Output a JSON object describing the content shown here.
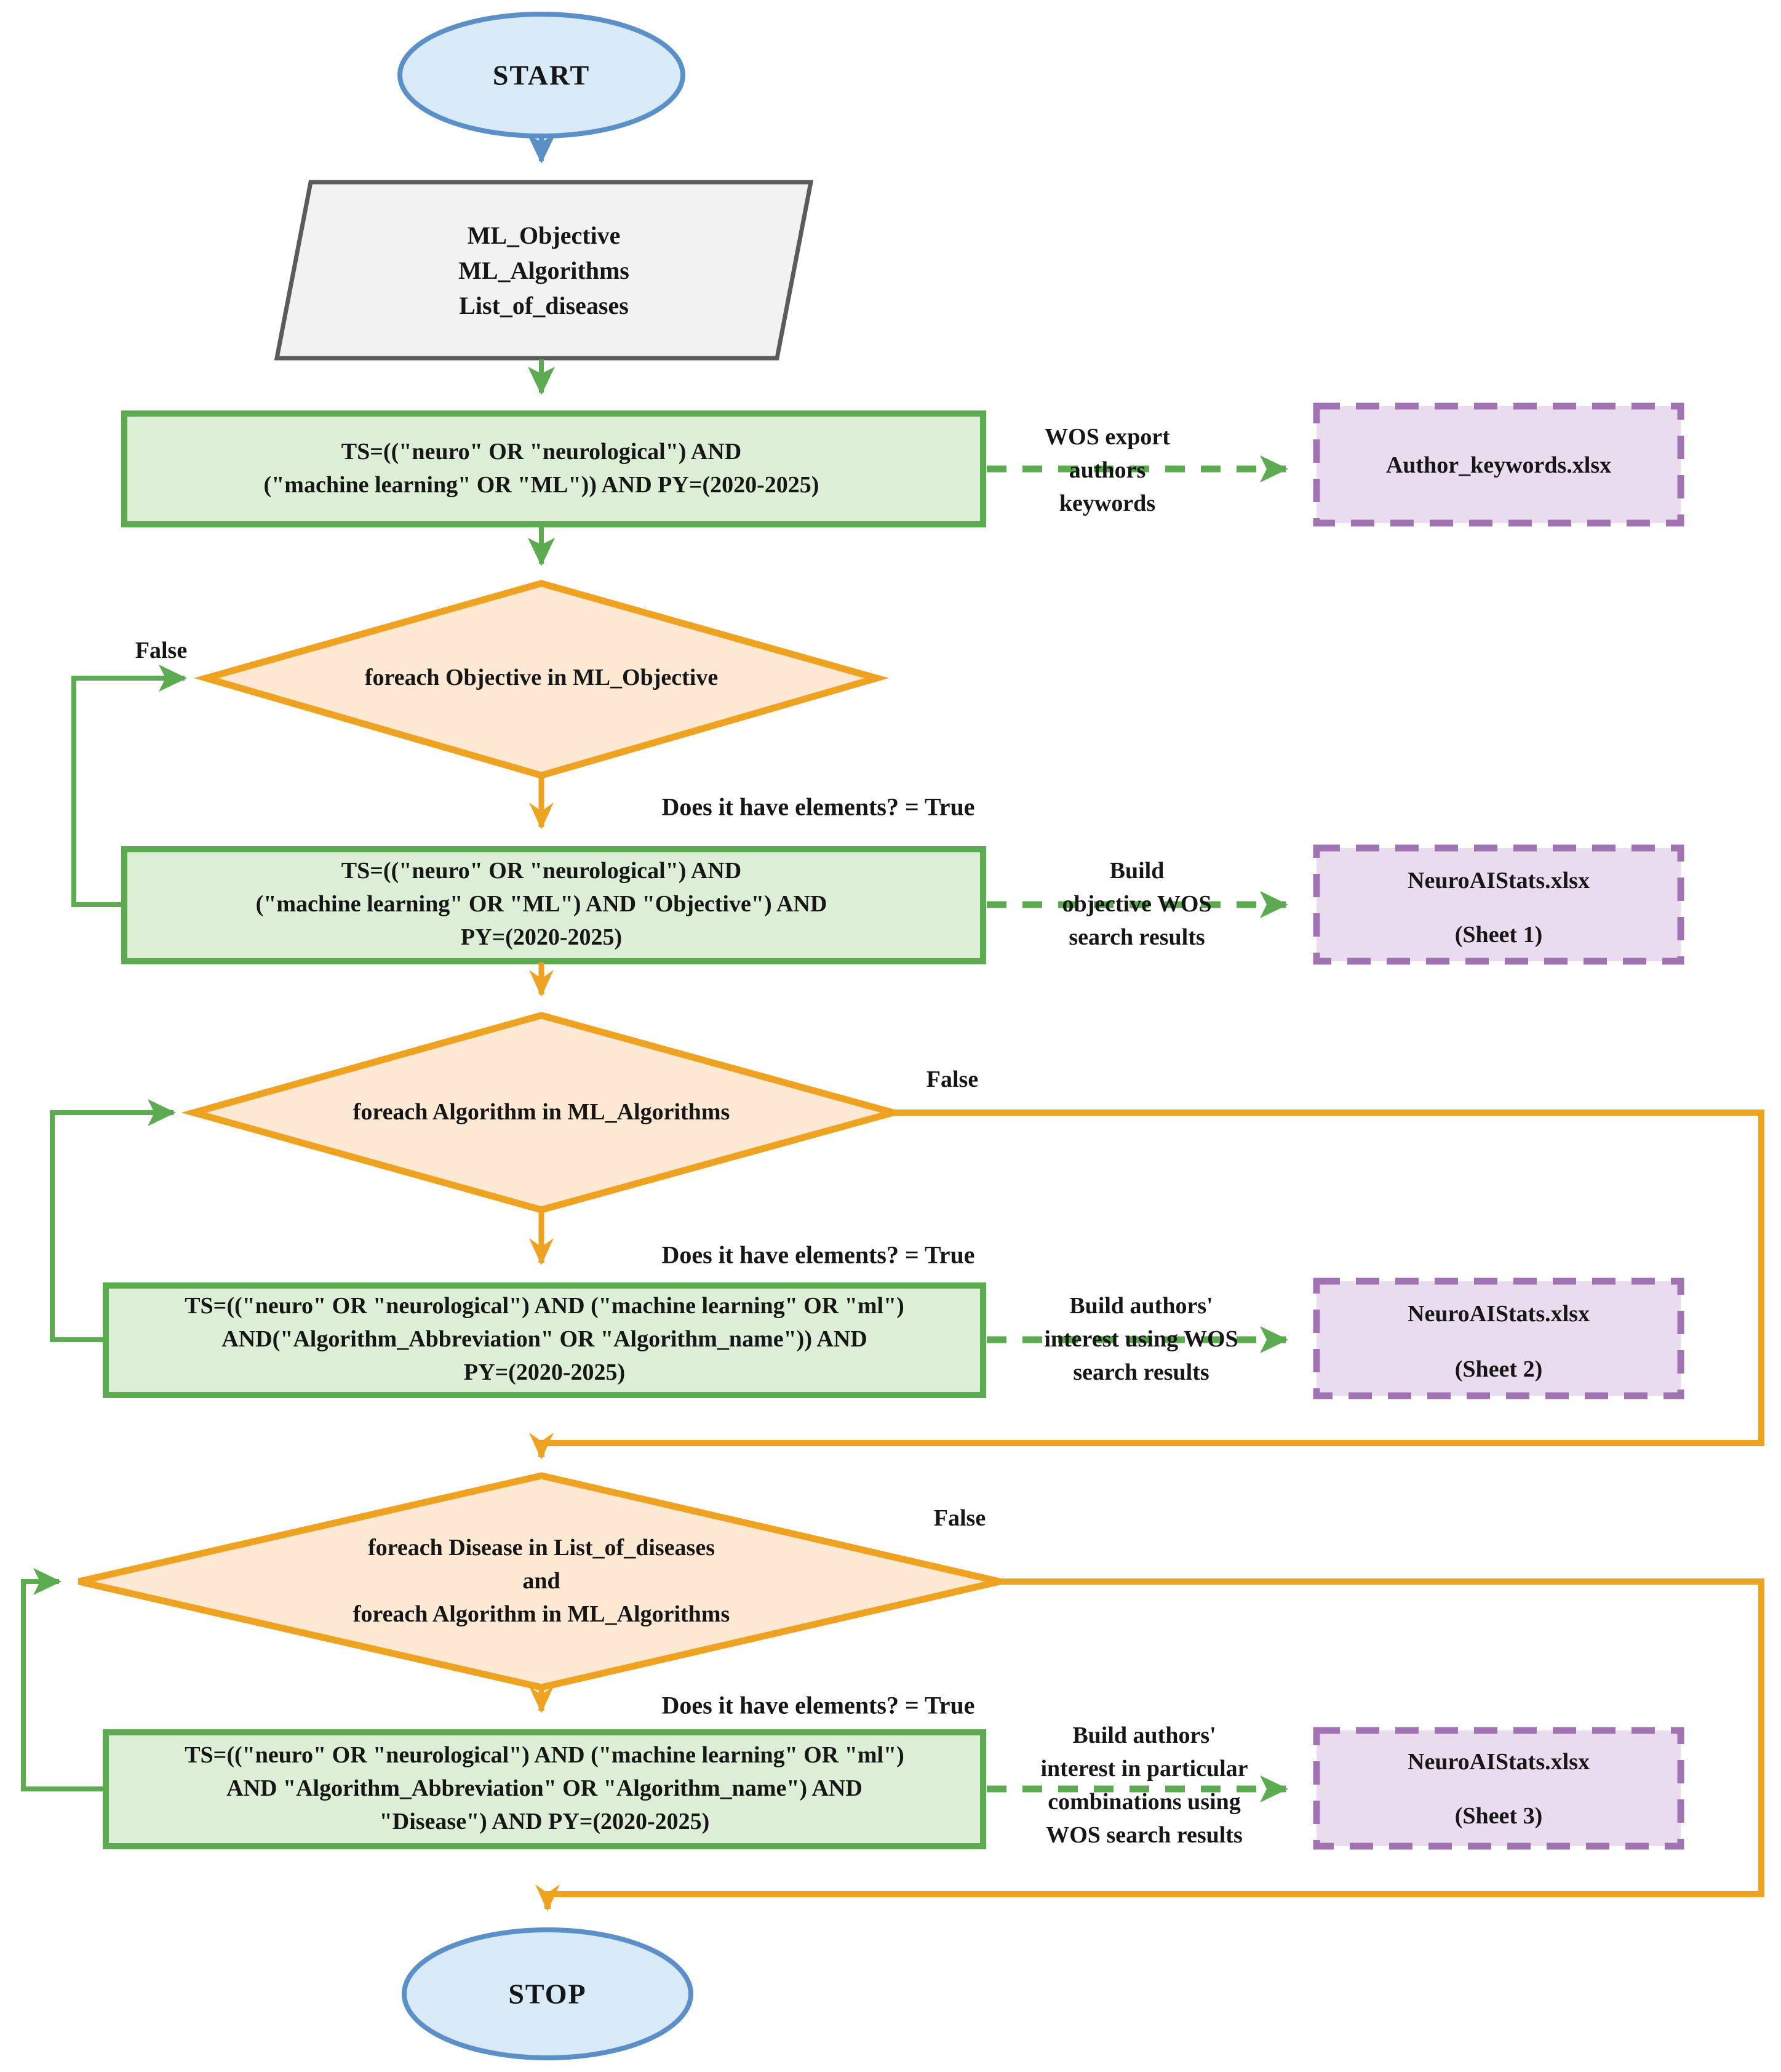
{
  "title": "WOS search flowchart",
  "colors": {
    "green_stroke": "#5cab50",
    "green_fill": "#ddeed6",
    "orange_stroke": "#efa220",
    "orange_fill": "#fce8d3",
    "blue_stroke": "#5b8fc7",
    "blue_fill": "#d8e9f8",
    "purple_stroke": "#a273b3",
    "purple_fill": "#e9dcee",
    "gray_stroke": "#5b5b5b",
    "gray_fill": "#f2f2f2",
    "text": "#161616"
  },
  "nodes": {
    "start": "START",
    "inputs": "ML_Objective\nML_Algorithms\nList_of_diseases",
    "query1": "TS=((\"neuro\" OR \"neurological\") AND\n(\"machine learning\" OR \"ML\")) AND PY=(2020-2025)",
    "decision1": "foreach Objective in ML_Objective",
    "query2": "TS=((\"neuro\" OR \"neurological\") AND\n(\"machine learning\" OR \"ML\") AND \"Objective\") AND\nPY=(2020-2025)",
    "decision2": "foreach Algorithm in ML_Algorithms",
    "query3": "TS=((\"neuro\" OR \"neurological\") AND (\"machine learning\" OR \"ml\")\nAND(\"Algorithm_Abbreviation\" OR \"Algorithm_name\")) AND\nPY=(2020-2025)",
    "decision3": "foreach Disease in List_of_diseases\nand\nforeach Algorithm in ML_Algorithms",
    "query4": "TS=((\"neuro\" OR \"neurological\") AND (\"machine learning\" OR \"ml\")\nAND \"Algorithm_Abbreviation\" OR \"Algorithm_name\") AND\n\"Disease\") AND PY=(2020-2025)",
    "stop": "STOP",
    "file1": "Author_keywords.xlsx",
    "file2_title": "NeuroAIStats.xlsx",
    "file2_subtitle": "(Sheet 1)",
    "file3_title": "NeuroAIStats.xlsx",
    "file3_subtitle": "(Sheet 2)",
    "file4_title": "NeuroAIStats.xlsx",
    "file4_subtitle": "(Sheet 3)"
  },
  "edges": {
    "false1": "False",
    "false2": "False",
    "false3": "False",
    "true1": "Does it have elements? = True",
    "true2": "Does it have elements? = True",
    "true3": "Does it have elements? = True",
    "export1": "WOS export\nauthors\nkeywords",
    "export2": "Build\nobjective WOS\nsearch results",
    "export3": "Build authors'\ninterest using WOS\nsearch results",
    "export4": "Build authors'\ninterest in particular\ncombinations using\nWOS search results"
  }
}
